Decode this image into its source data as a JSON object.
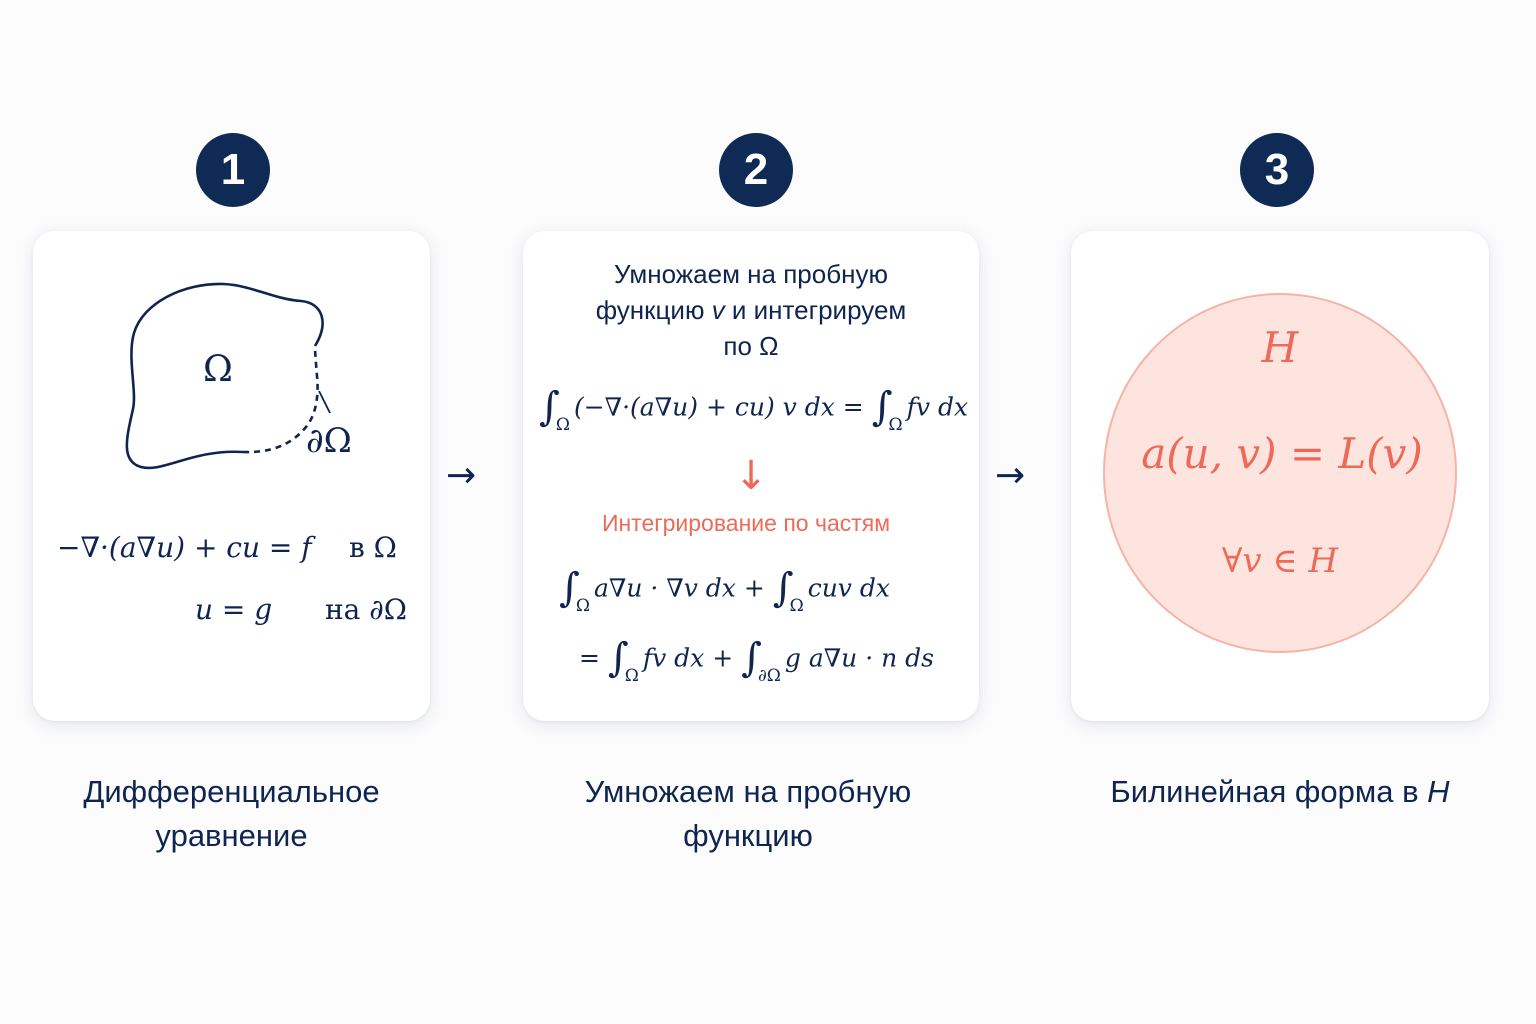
{
  "steps": [
    {
      "number": "1",
      "domain_label": "Ω",
      "boundary_label": "∂Ω",
      "eq1_lhs": "−∇·(a∇u) + cu = f",
      "eq1_region": "в Ω",
      "eq2_lhs": "u = g",
      "eq2_region": "на ∂Ω",
      "caption_line1": "Дифференциальное",
      "caption_line2": "уравнение"
    },
    {
      "number": "2",
      "desc_line1": "Умножаем на пробную",
      "desc_line2_a": "функцию ",
      "desc_line2_v": "v",
      "desc_line2_b": " и интегрируем",
      "desc_line3": "по Ω",
      "int_sym": "∫",
      "int_sub": "Ω",
      "int_sub_boundary": "∂Ω",
      "eq_a_integrand": "(−∇·(a∇u) + cu) v dx =",
      "eq_a_rhs": "fv dx",
      "down_arrow": "↓",
      "ibp_label": "Интегрирование по частям",
      "eq_b1_term1": "a∇u · ∇v dx +",
      "eq_b1_term2": "cuv dx",
      "eq_b2_eq": "=",
      "eq_b2_term1": "fv dx +",
      "eq_b2_term2": "g a∇u · n ds",
      "caption_line1": "Умножаем на пробную",
      "caption_line2": "функцию"
    },
    {
      "number": "3",
      "space": "H",
      "equation": "a(u, v) = L(v)",
      "forall": "∀v ∈ H",
      "caption_text": "Билинейная форма в ",
      "caption_space": "H"
    }
  ],
  "arrows": {
    "right_1": "→",
    "right_2": "→"
  },
  "colors": {
    "navy": "#0e2a55",
    "accent": "#ee6a58",
    "circle_fill": "#fde4df",
    "circle_stroke": "#f6b3a6"
  }
}
